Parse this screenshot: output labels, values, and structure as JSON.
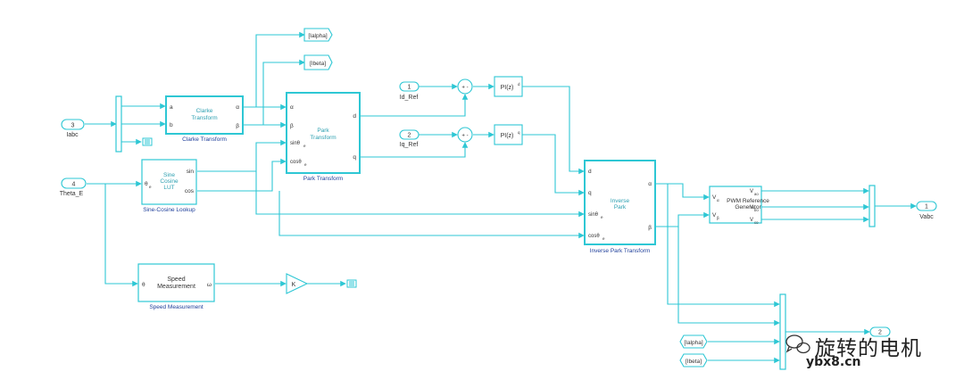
{
  "inports": {
    "iabc": {
      "num": "3",
      "label": "Iabc"
    },
    "theta_e": {
      "num": "4",
      "label": "Theta_E"
    },
    "id_ref": {
      "num": "1",
      "label": "Id_Ref"
    },
    "iq_ref": {
      "num": "2",
      "label": "Iq_Ref"
    }
  },
  "outports": {
    "vabc": {
      "num": "1",
      "label": "Vabc"
    },
    "out2": {
      "num": "2"
    }
  },
  "goto_tags": {
    "ialpha": "[Ialpha]",
    "ibeta": "[Ibeta]"
  },
  "from_tags": {
    "ialpha": "[Ialpha]",
    "ibeta": "[Ibeta]"
  },
  "blocks": {
    "clarke": {
      "title_l1": "Clarke",
      "title_l2": "Transform",
      "name": "Clarke Transform",
      "in_a": "a",
      "in_b": "b",
      "out_alpha": "α",
      "out_beta": "β"
    },
    "park": {
      "title_l1": "Park",
      "title_l2": "Transform",
      "name": "Park Transform",
      "in_alpha": "α",
      "in_beta": "β",
      "in_sin": "sinθ",
      "in_cos": "cosθ",
      "sub_e": "e",
      "out_d": "d",
      "out_q": "q"
    },
    "sincos": {
      "title_l1": "Sine",
      "title_l2": "Cosine",
      "title_l3": "LUT",
      "name": "Sine-Cosine Lookup",
      "in": "θ",
      "in_sub": "e",
      "out_sin": "sin",
      "out_cos": "cos"
    },
    "pi_d": {
      "label": "PI(z)",
      "sub": "d"
    },
    "pi_q": {
      "label": "PI(z)",
      "sub": "q"
    },
    "sum_d": {
      "label": "+ -"
    },
    "sum_q": {
      "label": "+ -"
    },
    "inv_park": {
      "title_l1": "Inverse",
      "title_l2": "Park",
      "name": "Inverse Park Transform",
      "in_d": "d",
      "in_q": "q",
      "in_sin": "sinθ",
      "in_cos": "cosθ",
      "sub_e": "e",
      "out_alpha": "α",
      "out_beta": "β"
    },
    "pwm": {
      "title_l1": "PWM Reference",
      "title_l2": "Generator",
      "in_va": "V",
      "in_va_sub": "α",
      "in_vb": "V",
      "in_vb_sub": "β",
      "out_ao": "V",
      "out_ao_sub": "ao",
      "out_bo": "V",
      "out_bo_sub": "bo",
      "out_co": "V",
      "out_co_sub": "co"
    },
    "speed": {
      "title_l1": "Speed",
      "title_l2": "Measurement",
      "name": "Speed Measurement",
      "in": "θ",
      "out": "ω"
    },
    "gain": {
      "label": "K"
    }
  },
  "watermark": {
    "text": "旋转的电机",
    "url": "ybx8.cn"
  },
  "colors": {
    "line": "#2ec7d4",
    "block_fill": "#ffffff",
    "text": "#333333",
    "name_text": "#1f3f9a"
  }
}
